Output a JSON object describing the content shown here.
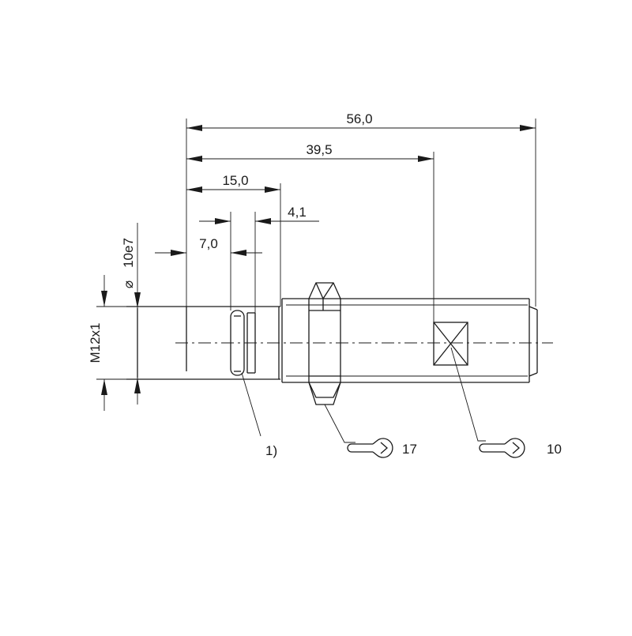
{
  "drawing": {
    "dimensions": {
      "overall_length": "56,0",
      "to_wrench_flat": "39,5",
      "to_thread_start": "15,0",
      "groove_width": "4,1",
      "to_groove": "7,0",
      "face_diameter": "10e7",
      "thread": "M12x1",
      "diameter_symbol": "⌀"
    },
    "callouts": {
      "note_1": "1)",
      "nut_wrench_size": "17",
      "body_wrench_size": "10"
    },
    "icons": {
      "wrench": "open-end-wrench-icon"
    },
    "colors": {
      "line": "#1a1a1a",
      "background": "#ffffff"
    }
  }
}
